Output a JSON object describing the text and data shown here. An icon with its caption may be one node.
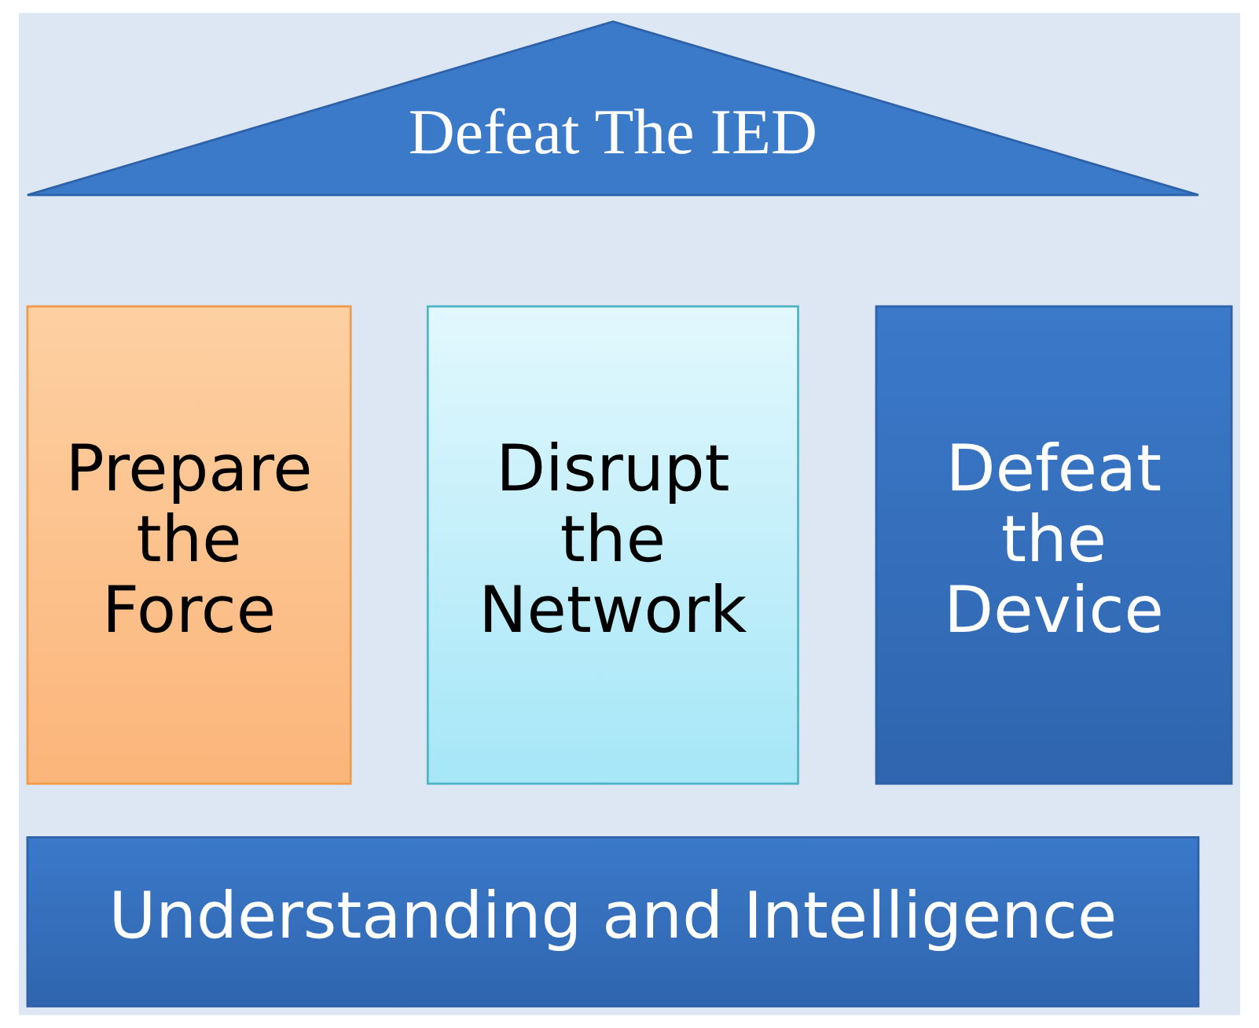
{
  "diagram": {
    "nodes": [
      {
        "text": [
          "Defeat The IED"
        ]
      },
      {
        "text": [
          "Prepare the Force"
        ]
      },
      {
        "text": [
          "Disrupt the Network"
        ]
      },
      {
        "text": [
          "Defeat the Device"
        ]
      },
      {
        "text": [
          "Understanding and Intelligence"
        ]
      }
    ]
  }
}
